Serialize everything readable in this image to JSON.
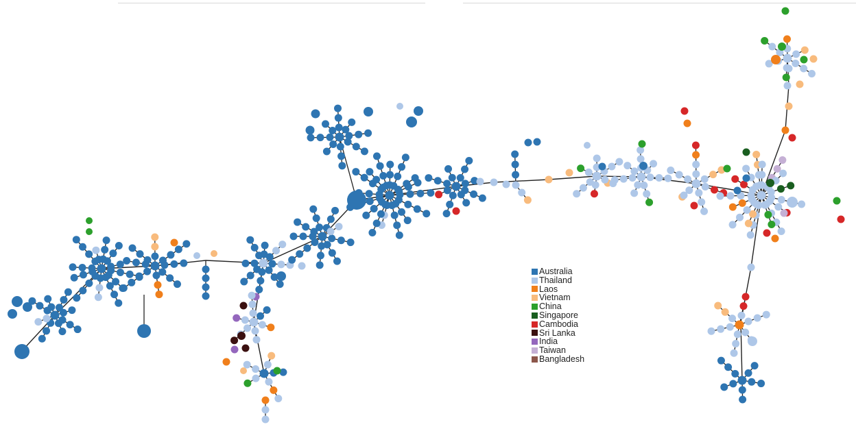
{
  "legend": {
    "items": [
      {
        "label": "Australia",
        "color": "#2e75b2"
      },
      {
        "label": "Thailand",
        "color": "#aec7e8"
      },
      {
        "label": "Laos",
        "color": "#f07f1b"
      },
      {
        "label": "Vietnam",
        "color": "#f8bb7d"
      },
      {
        "label": "China",
        "color": "#2ca02c"
      },
      {
        "label": "Singapore",
        "color": "#1a5e20"
      },
      {
        "label": "Cambodia",
        "color": "#d62728"
      },
      {
        "label": "Sri Lanka",
        "color": "#3b1010"
      },
      {
        "label": "India",
        "color": "#9467bd"
      },
      {
        "label": "Taiwan",
        "color": "#c5b0d5"
      },
      {
        "label": "Bangladesh",
        "color": "#8c564b"
      }
    ]
  },
  "colors": {
    "edge": "#222222",
    "frame": "#d8d8d8"
  }
}
